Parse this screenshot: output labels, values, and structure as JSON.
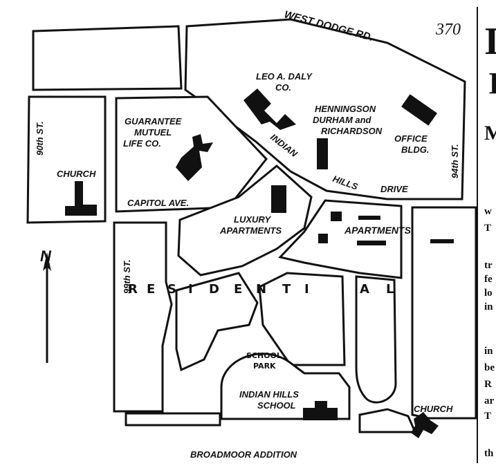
{
  "page_number": "370",
  "roads": {
    "west_dodge": "WEST DODGE RD.",
    "street_90": "90th ST.",
    "street_94": "94th ST.",
    "street_99": "99th ST.",
    "capitol": "CAPITOL AVE.",
    "indian_hills_1": "INDIAN",
    "indian_hills_2": "HILLS",
    "drive": "DRIVE",
    "broadmoor": "BROADMOOR ADDITION"
  },
  "places": {
    "leo_daly_1": "LEO A. DALY",
    "leo_daly_2": "CO.",
    "hdr_1": "HENNINGSON",
    "hdr_2": "DURHAM and",
    "hdr_3": "RICHARDSON",
    "office_1": "OFFICE",
    "office_2": "BLDG.",
    "guarantee_1": "GUARANTEE",
    "guarantee_2": "MUTUEL",
    "guarantee_3": "LIFE CO.",
    "church_west": "CHURCH",
    "church_east": "CHURCH",
    "luxury_1": "LUXURY",
    "luxury_2": "APARTMENTS",
    "apartments": "APARTMENTS",
    "school_park_1": "SCHOOL",
    "school_park_2": "PARK",
    "school_1": "INDIAN HILLS",
    "school_2": "SCHOOL",
    "residential": [
      "R",
      "E",
      "S",
      "I",
      "D",
      "E",
      "N",
      "T",
      "I",
      "A",
      "L"
    ]
  },
  "compass": "N",
  "newspaper_column": {
    "lines": [
      "I",
      "I",
      "M",
      "w",
      "T",
      "tr",
      "fe",
      "lo",
      "in",
      "in",
      "be",
      "R",
      "ar",
      "T",
      "th"
    ]
  }
}
